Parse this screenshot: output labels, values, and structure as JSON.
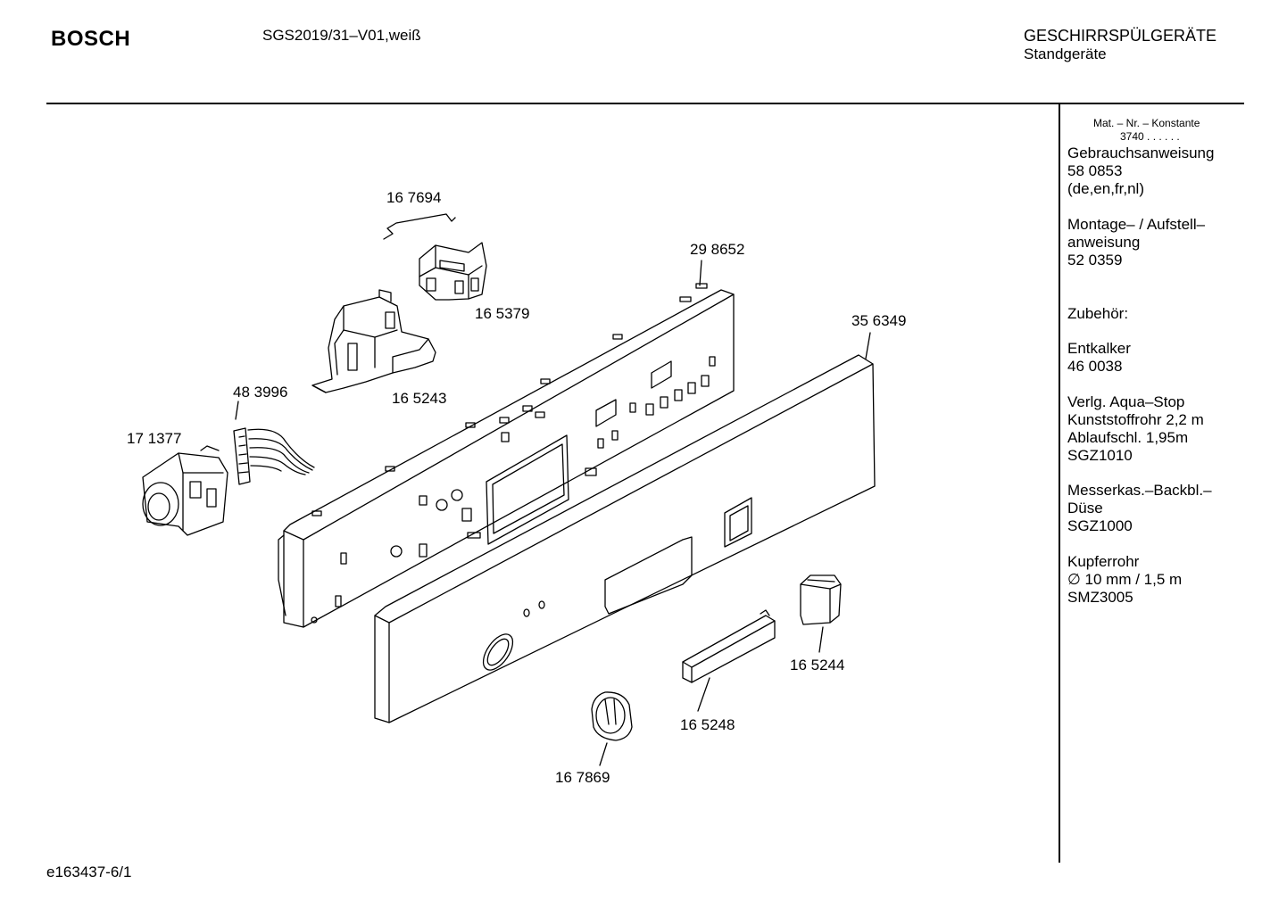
{
  "header": {
    "brand": "BOSCH",
    "model": "SGS2019/31–V01,weiß",
    "category_line1": "GESCHIRRSPÜLGERÄTE",
    "category_line2": "Standgeräte"
  },
  "sidebar": {
    "mat_label": "Mat. – Nr. – Konstante",
    "mat_value": "3740 .  .  .  .  .  .",
    "manual_title": "Gebrauchsanweisung",
    "manual_number": "58 0853",
    "manual_languages": "(de,en,fr,nl)",
    "assembly_line1": "Montage– / Aufstell–",
    "assembly_line2": "anweisung",
    "assembly_number": "52 0359",
    "accessories_heading": "Zubehör:",
    "descaler_name": "Entkalker",
    "descaler_number": "46 0038",
    "aquastop_line1": "Verlg. Aqua–Stop",
    "aquastop_line2": "Kunststoffrohr 2,2 m",
    "aquastop_line3": "Ablaufschl. 1,95m",
    "aquastop_number": "SGZ1010",
    "nozzle_line1": "Messerkas.–Backbl.–",
    "nozzle_line2": "Düse",
    "nozzle_number": "SGZ1000",
    "pipe_line1": "Kupferrohr",
    "pipe_line2": "∅ 10 mm / 1,5 m",
    "pipe_number": "SMZ3005"
  },
  "parts": {
    "p167694": "16 7694",
    "p298652": "29 8652",
    "p165379": "16 5379",
    "p356349": "35 6349",
    "p165243": "16 5243",
    "p483996": "48 3996",
    "p171377": "17 1377",
    "p165244": "16 5244",
    "p165248": "16 5248",
    "p167869": "16 7869"
  },
  "footer": {
    "drawing_id": "e163437-6/1"
  }
}
